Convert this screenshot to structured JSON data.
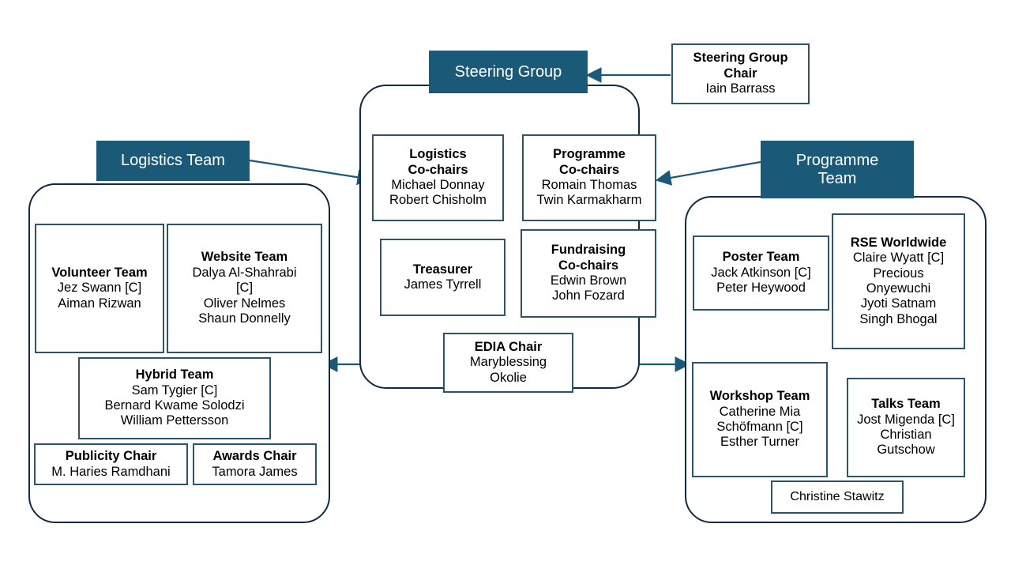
{
  "colors": {
    "tab_fill": "#1a5a78",
    "tab_text": "#ffffff",
    "group_border": "#13293d",
    "box_border": "#2d5568",
    "connector": "#1a5a78",
    "background": "#ffffff"
  },
  "tabs": {
    "steering_group": "Steering Group",
    "logistics_team": "Logistics Team",
    "programme_team": "Programme\nTeam"
  },
  "steering_group_chair": {
    "title_line1": "Steering Group",
    "title_line2": "Chair",
    "members": [
      "Iain Barrass"
    ]
  },
  "steering_group": {
    "boxes": [
      {
        "name": "logistics-co-chairs",
        "title_lines": [
          "Logistics",
          "Co-chairs"
        ],
        "members": [
          "Michael Donnay",
          "Robert Chisholm"
        ]
      },
      {
        "name": "programme-co-chairs",
        "title_lines": [
          "Programme",
          "Co-chairs"
        ],
        "members": [
          "Romain Thomas",
          "Twin Karmakharm"
        ]
      },
      {
        "name": "treasurer",
        "title_lines": [
          "Treasurer"
        ],
        "members": [
          "James Tyrrell"
        ]
      },
      {
        "name": "fundraising-co-chairs",
        "title_lines": [
          "Fundraising",
          "Co-chairs"
        ],
        "members": [
          "Edwin Brown",
          "John Fozard"
        ]
      },
      {
        "name": "edia-chair",
        "title_lines": [
          "EDIA Chair"
        ],
        "members": [
          "Maryblessing",
          "Okolie"
        ]
      }
    ]
  },
  "logistics_team": {
    "boxes": [
      {
        "name": "volunteer-team",
        "title_lines": [
          "Volunteer Team"
        ],
        "members": [
          "Jez Swann [C]",
          "Aiman Rizwan"
        ]
      },
      {
        "name": "website-team",
        "title_lines": [
          "Website Team"
        ],
        "members": [
          "Dalya Al-Shahrabi",
          "[C]",
          "Oliver Nelmes",
          "Shaun Donnelly"
        ]
      },
      {
        "name": "hybrid-team",
        "title_lines": [
          "Hybrid Team"
        ],
        "members": [
          "Sam Tygier [C]",
          "Bernard Kwame Solodzi",
          "William Pettersson"
        ]
      },
      {
        "name": "publicity-chair",
        "title_lines": [
          "Publicity Chair"
        ],
        "members": [
          "M. Haries Ramdhani"
        ]
      },
      {
        "name": "awards-chair",
        "title_lines": [
          "Awards Chair"
        ],
        "members": [
          "Tamora James"
        ]
      }
    ]
  },
  "programme_team": {
    "boxes": [
      {
        "name": "poster-team",
        "title_lines": [
          "Poster Team"
        ],
        "members": [
          "Jack Atkinson [C]",
          "Peter Heywood"
        ]
      },
      {
        "name": "rse-worldwide",
        "title_lines": [
          "RSE Worldwide"
        ],
        "members": [
          "Claire Wyatt [C]",
          "Precious",
          "Onyewuchi",
          "Jyoti Satnam",
          "Singh Bhogal"
        ]
      },
      {
        "name": "workshop-team",
        "title_lines": [
          "Workshop Team"
        ],
        "members": [
          "Catherine Mia",
          "Schöfmann [C]",
          "Esther Turner"
        ]
      },
      {
        "name": "talks-team",
        "title_lines": [
          "Talks Team"
        ],
        "members": [
          "Jost Migenda [C]",
          "Christian",
          "Gutschow"
        ]
      },
      {
        "name": "christine-stawitz",
        "title_lines": [],
        "members": [
          "Christine Stawitz"
        ]
      }
    ]
  }
}
